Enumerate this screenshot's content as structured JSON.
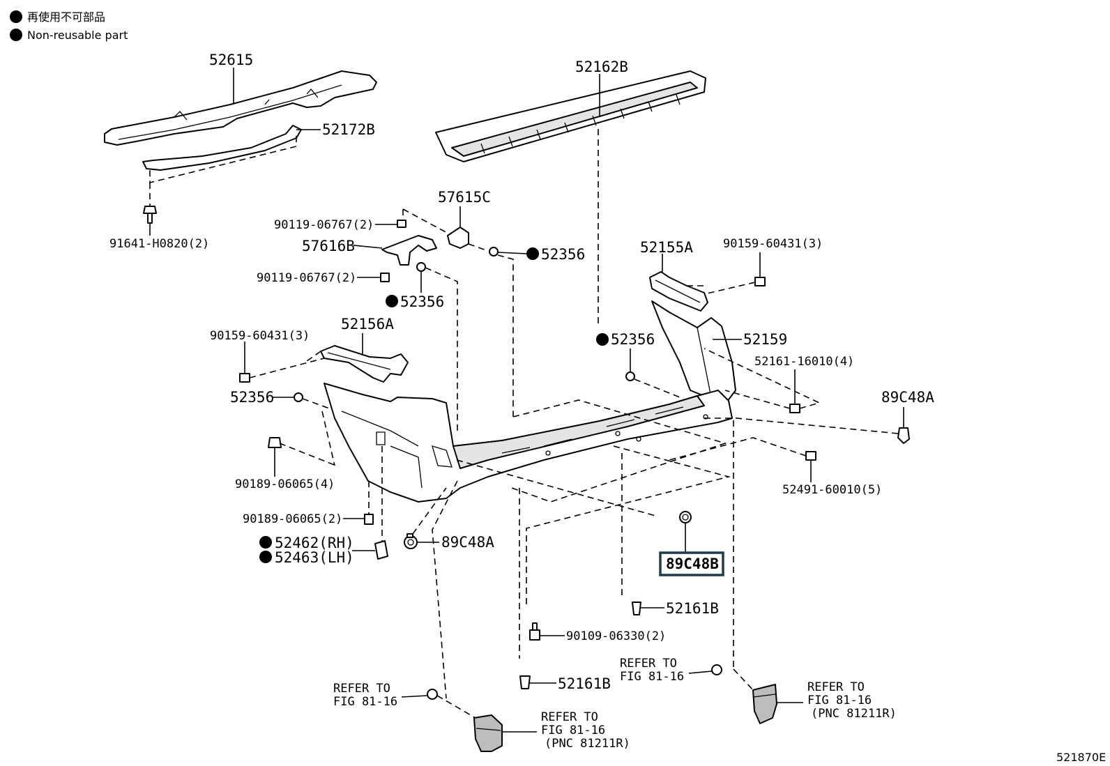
{
  "legend": {
    "line1": "再使用不可部品",
    "line2": "Non-reusable part"
  },
  "labels": {
    "p52615": "52615",
    "p52172B": "52172B",
    "p91641": "91641-H0820(2)",
    "p52162B": "52162B",
    "p57615C": "57615C",
    "p90119_a": "90119-06767(2)",
    "p57616B": "57616B",
    "p90119_b": "90119-06767(2)",
    "p52356_a": "52356",
    "p52356_b": "52356",
    "p52155A": "52155A",
    "p90159_a": "90159-60431(3)",
    "p52356_c": "52356",
    "p52159": "52159",
    "p52161_16010": "52161-16010(4)",
    "p89C48A_r": "89C48A",
    "p90159_b": "90159-60431(3)",
    "p52156A": "52156A",
    "p52356_d": "52356",
    "p90189_a": "90189-06065(4)",
    "p90189_b": "90189-06065(2)",
    "p52462": "52462(RH)",
    "p52463": "52463(LH)",
    "p89C48A_l": "89C48A",
    "p89C48B": "89C48B",
    "p52491": "52491-60010(5)",
    "p52161B_a": "52161B",
    "p90109": "90109-06330(2)",
    "p52161B_b": "52161B"
  },
  "refers": {
    "r1_line1": "REFER TO",
    "r1_line2": "FIG 81-16",
    "r2_line1": "REFER TO",
    "r2_line2": "FIG 81-16",
    "r2_line3": "(PNC 81211R)",
    "r3_line1": "REFER TO",
    "r3_line2": "FIG 81-16",
    "r4_line1": "REFER TO",
    "r4_line2": "FIG 81-16",
    "r4_line3": "(PNC 81211R)"
  },
  "figure_id": "521870E",
  "colors": {
    "ink": "#000000",
    "highlight_border": "#1f3a4a",
    "part_shade": "#bdbdbd"
  }
}
